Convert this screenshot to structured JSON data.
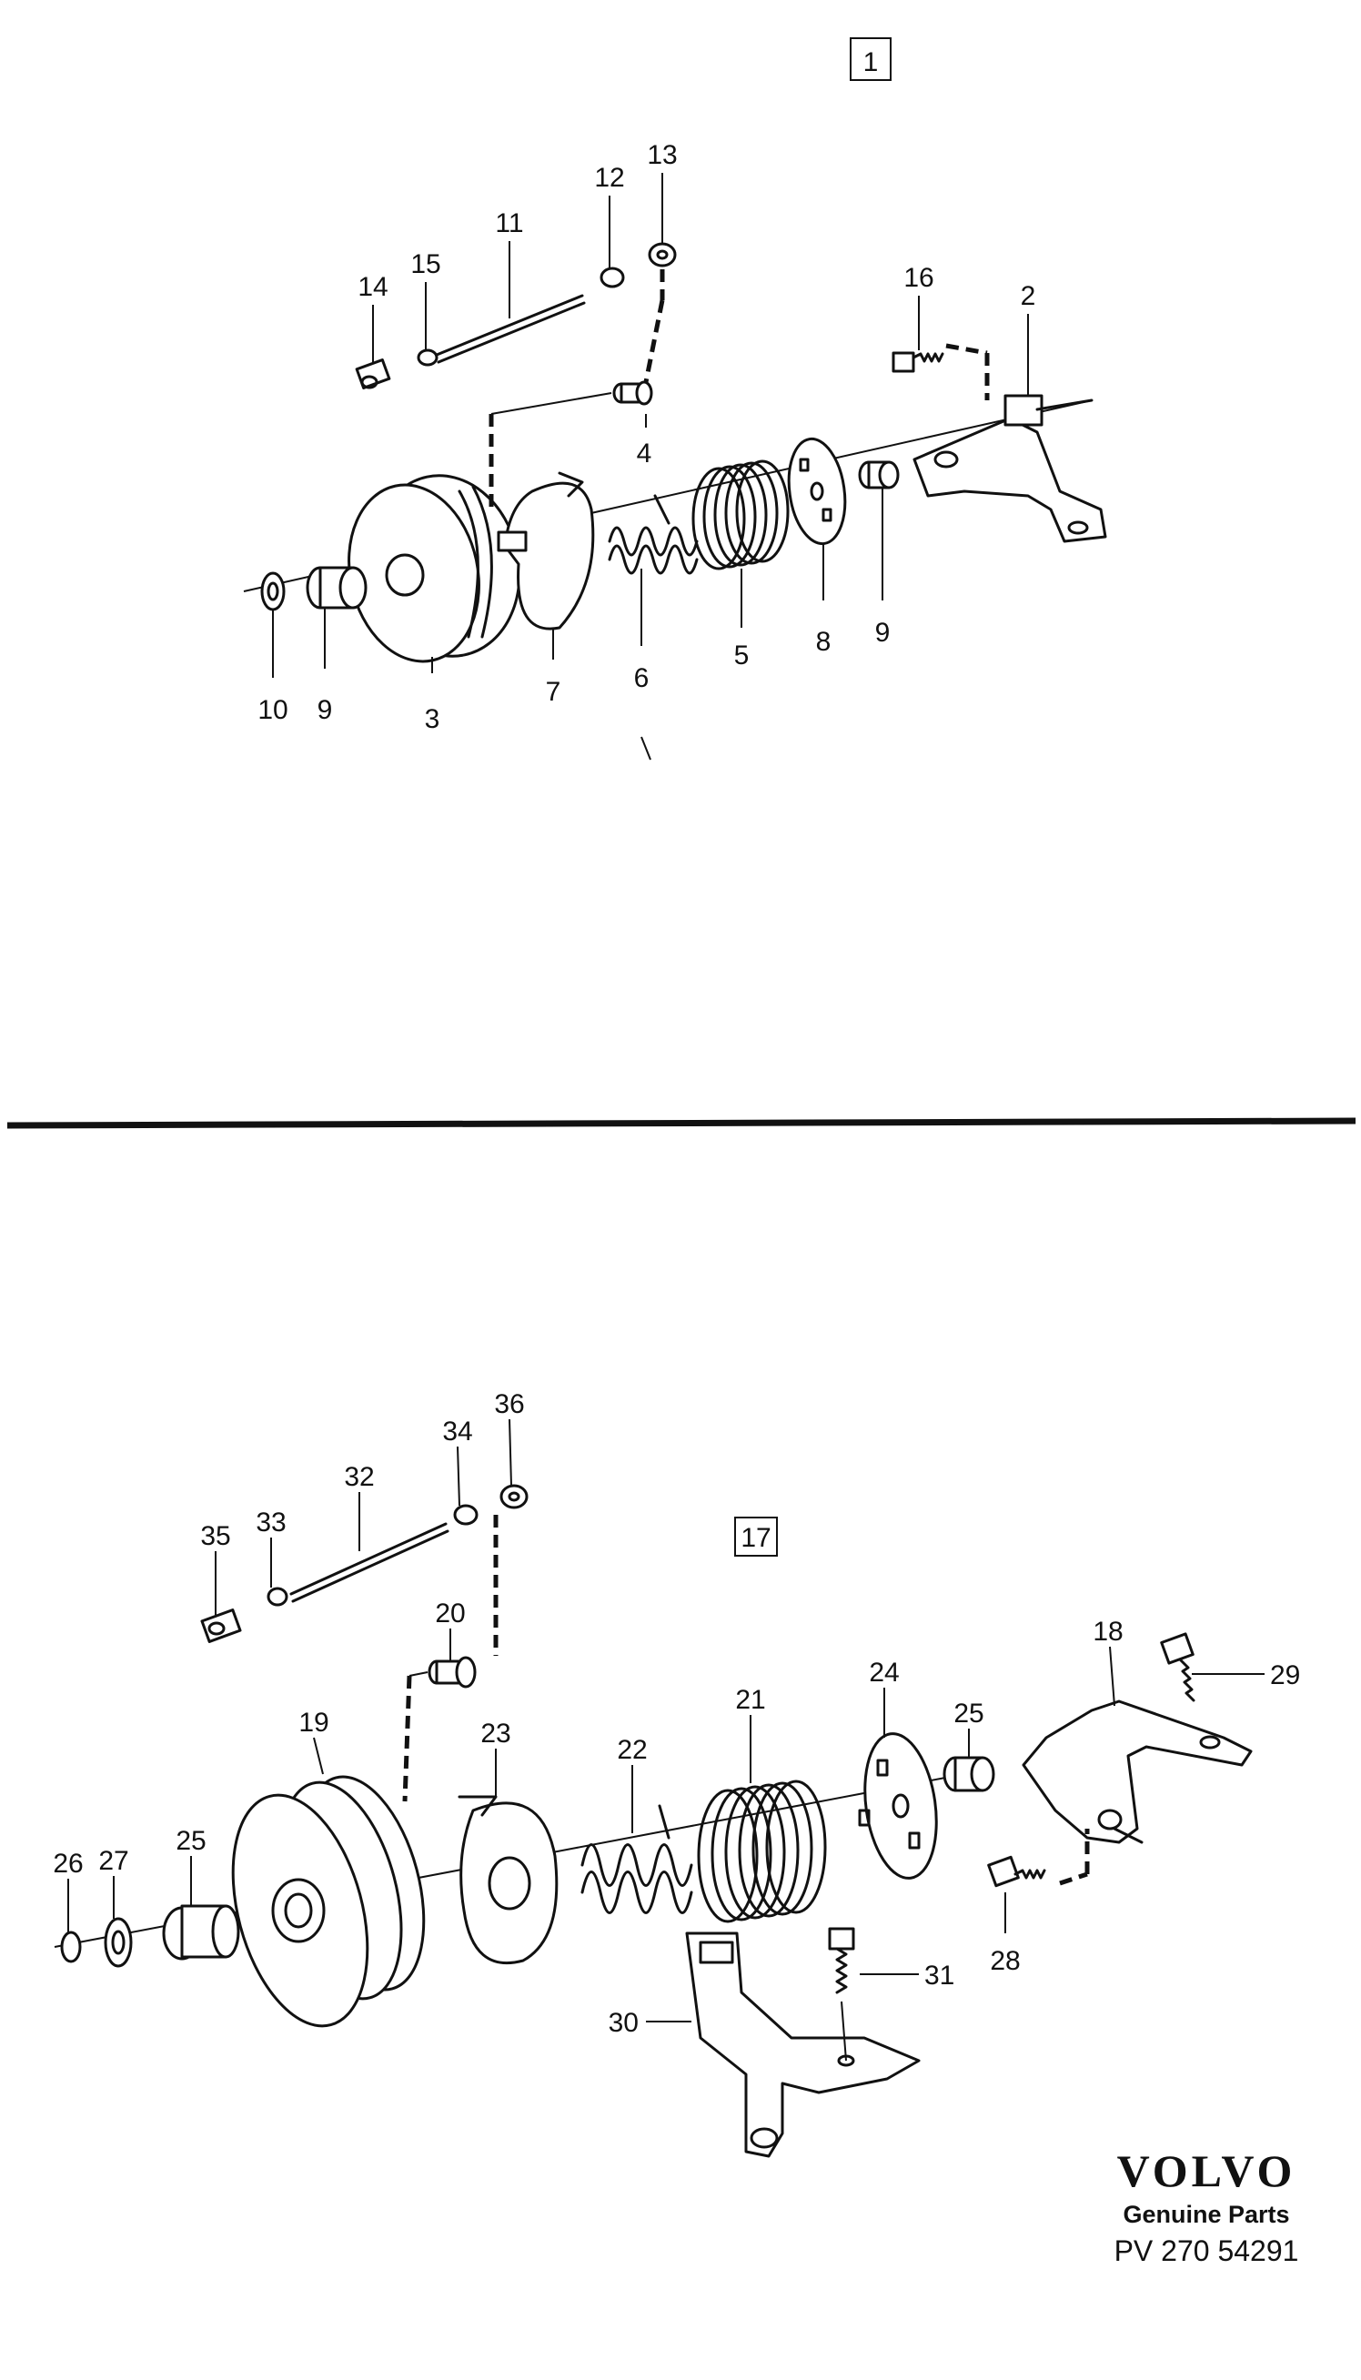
{
  "figure_top": {
    "box_label": "1",
    "callouts": [
      "2",
      "3",
      "4",
      "5",
      "6",
      "7",
      "8",
      "9",
      "9",
      "10",
      "11",
      "12",
      "13",
      "14",
      "15",
      "16"
    ]
  },
  "figure_bottom": {
    "box_label": "17",
    "callouts": [
      "18",
      "19",
      "20",
      "21",
      "22",
      "23",
      "24",
      "25",
      "25",
      "26",
      "27",
      "28",
      "29",
      "30",
      "31",
      "32",
      "33",
      "34",
      "35",
      "36"
    ]
  },
  "brand": {
    "logo": "VOLVO",
    "tagline": "Genuine Parts",
    "code": "PV 270 54291"
  }
}
